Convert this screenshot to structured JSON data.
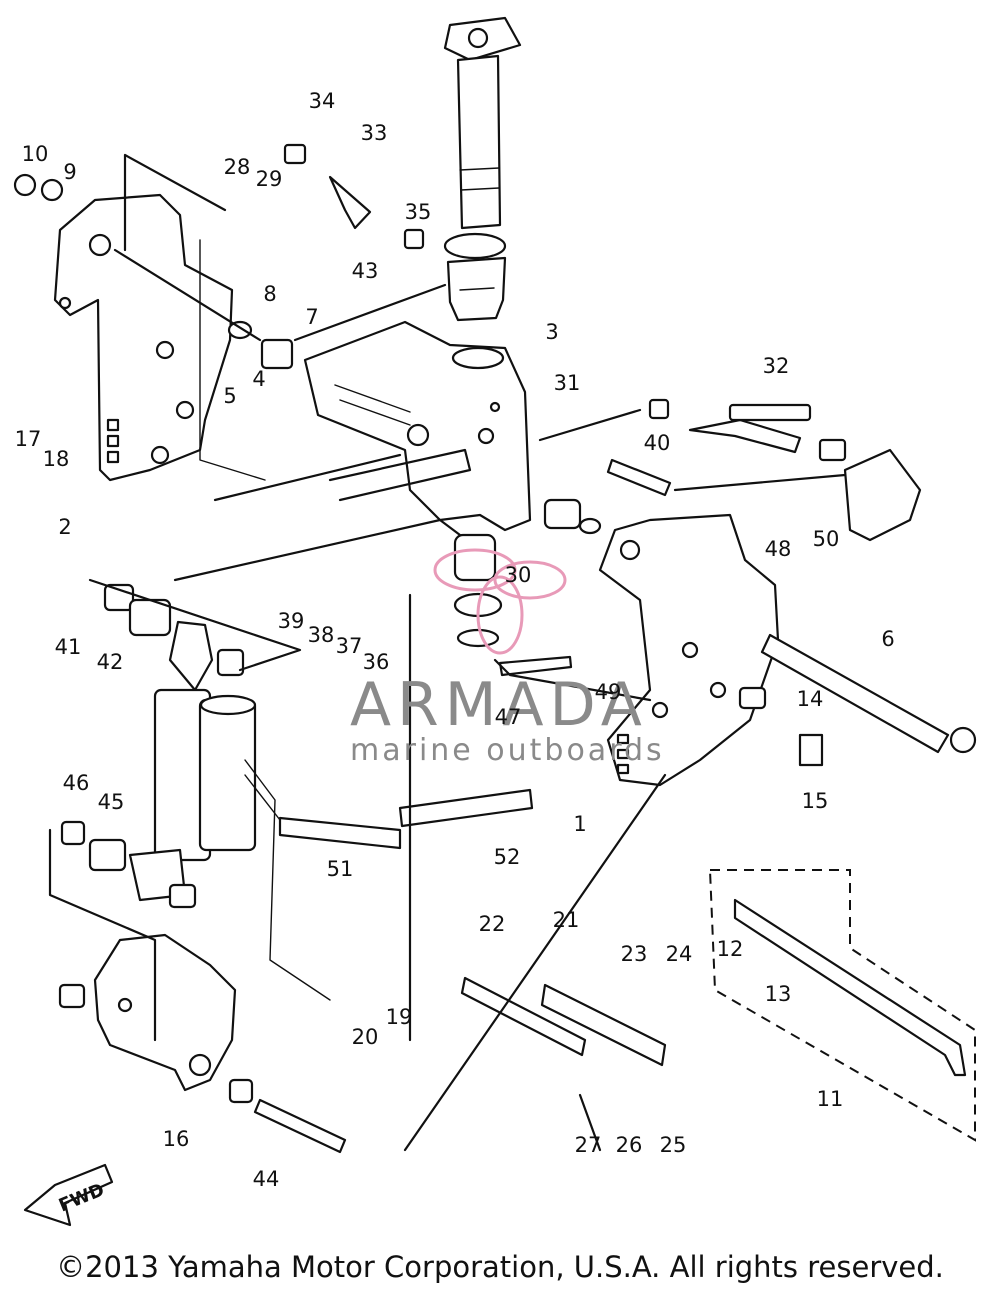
{
  "diagram": {
    "part_numbers": [
      "1",
      "2",
      "3",
      "4",
      "5",
      "6",
      "7",
      "8",
      "9",
      "10",
      "11",
      "12",
      "13",
      "14",
      "15",
      "16",
      "17",
      "18",
      "19",
      "20",
      "21",
      "22",
      "23",
      "24",
      "25",
      "26",
      "27",
      "28",
      "29",
      "30",
      "31",
      "32",
      "33",
      "34",
      "35",
      "36",
      "37",
      "38",
      "39",
      "40",
      "41",
      "42",
      "43",
      "44",
      "45",
      "46",
      "47",
      "48",
      "49",
      "50",
      "51",
      "52"
    ],
    "direction_label": "FWD"
  },
  "watermark": {
    "brand": "ARMADA",
    "tagline": "marine outboards",
    "color": "#e89ab8"
  },
  "footer": {
    "copyright": "©2013 Yamaha Motor Corporation, U.S.A. All rights reserved."
  }
}
